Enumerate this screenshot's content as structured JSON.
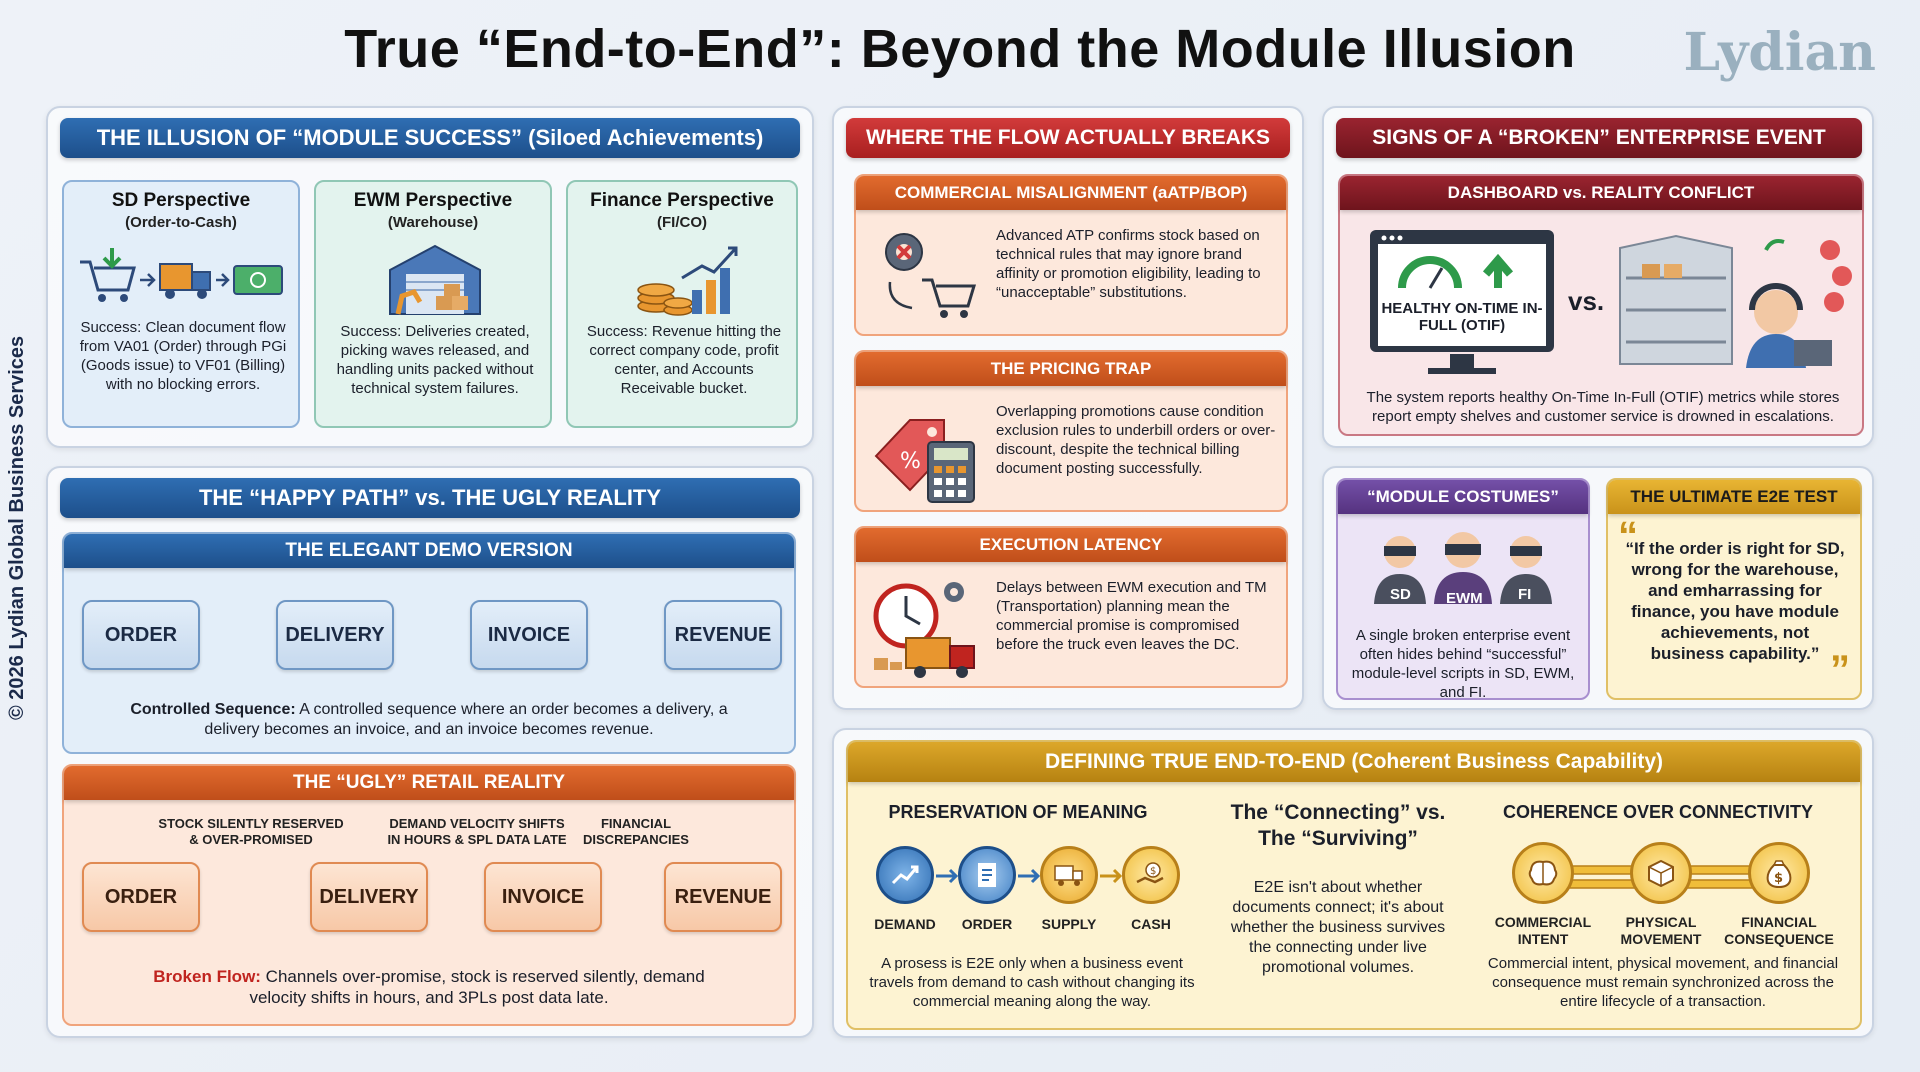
{
  "title": "True “End-to-End”: Beyond the Module Illusion",
  "logo": "Lydian",
  "copyright": "© 2026 Lydian Global Business Services",
  "illusion": {
    "banner": "THE ILLUSION OF “MODULE SUCCESS” (Siloed Achievements)",
    "cards": [
      {
        "title": "SD Perspective",
        "sub": "(Order-to-Cash)",
        "text": "Success: Clean document flow from VA01 (Order) through PGi (Goods issue) to VF01 (Billing) with no blocking errors."
      },
      {
        "title": "EWM Perspective",
        "sub": "(Warehouse)",
        "text": "Success: Deliveries created, picking waves released, and handling units packed without technical system failures."
      },
      {
        "title": "Finance Perspective",
        "sub": "(FI/CO)",
        "text": "Success: Revenue hitting the correct company code, profit center, and Accounts Receivable bucket."
      }
    ]
  },
  "happy": {
    "banner": "THE “HAPPY PATH” vs. THE UGLY REALITY",
    "demo_banner": "THE ELEGANT DEMO VERSION",
    "steps": [
      "ORDER",
      "DELIVERY",
      "INVOICE",
      "REVENUE"
    ],
    "demo_lead": "Controlled Sequence:",
    "demo_text": " A controlled sequence where an order becomes a delivery, a delivery becomes an invoice, and an invoice becomes revenue.",
    "ugly_banner": "THE “UGLY” RETAIL REALITY",
    "ugly_labels": [
      "STOCK SILENTLY RESERVED & OVER-PROMISED",
      "DEMAND VELOCITY SHIFTS IN HOURS & SPL DATA LATE",
      "FINANCIAL DISCREPANCIES"
    ],
    "ugly_lead": "Broken Flow:",
    "ugly_text": " Channels over-promise, stock is reserved silently, demand velocity shifts in hours, and 3PLs post data late."
  },
  "breaks": {
    "banner": "WHERE THE FLOW ACTUALLY BREAKS",
    "items": [
      {
        "title": "COMMERCIAL MISALIGNMENT (aATP/BOP)",
        "text": "Advanced ATP confirms stock based on technical rules that may ignore brand affinity or promotion eligibility, leading to “unacceptable” substitutions."
      },
      {
        "title": "THE PRICING TRAP",
        "text": "Overlapping promotions cause condition exclusion rules to underbill orders or over-discount, despite the technical billing document posting successfully."
      },
      {
        "title": "EXECUTION LATENCY",
        "text": "Delays between EWM execution and TM (Transportation) planning mean the commercial promise is compromised before the truck even leaves the DC."
      }
    ]
  },
  "signs": {
    "banner": "SIGNS OF A “BROKEN” ENTERPRISE EVENT",
    "sub_banner": "DASHBOARD vs. REALITY CONFLICT",
    "monitor_text": "HEALTHY ON-TIME IN-FULL (OTIF)",
    "vs": "vs.",
    "text": "The system reports healthy On-Time In-Full (OTIF) metrics while stores report empty shelves and customer service is drowned in escalations."
  },
  "costumes": {
    "banner": "“MODULE COSTUMES”",
    "masks": [
      "SD",
      "EWM",
      "FI"
    ],
    "text": "A single broken enterprise event often hides behind “successful” module-level scripts in SD, EWM, and FI."
  },
  "test": {
    "banner": "THE ULTIMATE E2E TEST",
    "quote": "“If the order is right for SD, wrong for the warehouse, and emharrassing for finance, you have module achievements, not business capability.”"
  },
  "defining": {
    "banner": "DEFINING TRUE END-TO-END (Coherent Business Capability)",
    "pres_title": "PRESERVATION OF MEANING",
    "pres_steps": [
      "DEMAND",
      "ORDER",
      "SUPPLY",
      "CASH"
    ],
    "pres_text": "A prosess is E2E only when a business event travels from demand to cash without changing its commercial meaning along the way.",
    "conn_title": "The “Connecting” vs. The “Surviving”",
    "conn_text": "E2E isn't about whether documents connect; it's about whether the business survives the connecting under live promotional volumes.",
    "coh_title": "COHERENCE OVER CONNECTIVITY",
    "coh_steps": [
      "COMMERCIAL INTENT",
      "PHYSICAL MOVEMENT",
      "FINANCIAL CONSEQUENCE"
    ],
    "coh_text": "Commercial intent, physical movement, and financial consequence must remain synchronized across the entire lifecycle of a transaction."
  }
}
